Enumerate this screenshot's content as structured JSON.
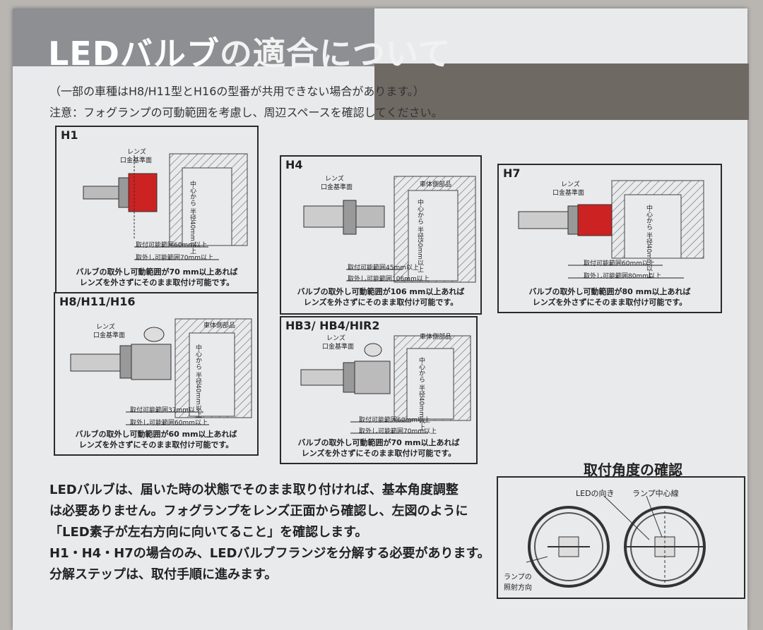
{
  "title": {
    "part1": "LEDバルブ",
    "part2": "の適合について"
  },
  "notes": [
    "（一部の車種はH8/H11型とH16の型番が共用できない場合があります。）",
    "注意：フォグランプの可動範囲を考慮し、周辺スペースを確認してください。"
  ],
  "diagram_labels": {
    "lens": "レンズ",
    "base_ref": "口金基準面",
    "body_part": "車体側部品",
    "radius": "中心から 半径40mm以上",
    "radius50": "中心から 半径50mm以上"
  },
  "panels": {
    "h1": {
      "label": "H1",
      "range1": "取付可能範囲60mm以上",
      "range2": "取外し可能範囲70mm以上",
      "caption1": "バルブの取外し可動範囲が70 mm以上あれば",
      "caption2": "レンズを外さずにそのまま取付け可能です。"
    },
    "h4": {
      "label": "H4",
      "range1": "取付可能範囲45mm以上",
      "range2": "取外し可能範囲106mm以上",
      "caption1": "バルブの取外し可動範囲が106 mm以上あれば",
      "caption2": "レンズを外さずにそのまま取付け可能です。"
    },
    "h7": {
      "label": "H7",
      "range1": "取付可能範囲60mm以上",
      "range2": "取外し可能範囲80mm以上",
      "caption1": "バルブの取外し可動範囲が80 mm以上あれば",
      "caption2": "レンズを外さずにそのまま取付け可能です。"
    },
    "h8": {
      "label": "H8/H11/H16",
      "range1": "取付可能範囲37mm以上",
      "range2": "取外し可能範囲60mm以上",
      "caption1": "バルブの取外し可動範囲が60 mm以上あれば",
      "caption2": "レンズを外さずにそのまま取付け可能です。"
    },
    "hb3": {
      "label": "HB3/ HB4/HIR2",
      "range1": "取付可能範囲60mm以上",
      "range2": "取外し可能範囲70mm以上",
      "caption1": "バルブの取外し可動範囲が70 mm以上あれば",
      "caption2": "レンズを外さずにそのまま取付け可能です。"
    }
  },
  "body_lines": [
    "LEDバルブは、届いた時の状態でそのまま取り付ければ、基本角度調整",
    "は必要ありません。フォグランプをレンズ正面から確認し、左図のように",
    "「LED素子が左右方向に向いてること」を確認します。",
    "H1・H4・H7の場合のみ、LEDバルブフランジを分解する必要があります。",
    "分解ステップは、取付手順に進みます。"
  ],
  "angle": {
    "title": "取付角度の確認",
    "led_dir": "LEDの向き",
    "lamp_center": "ランプ中心線",
    "lamp_dir": "ランプの 照射方向"
  }
}
